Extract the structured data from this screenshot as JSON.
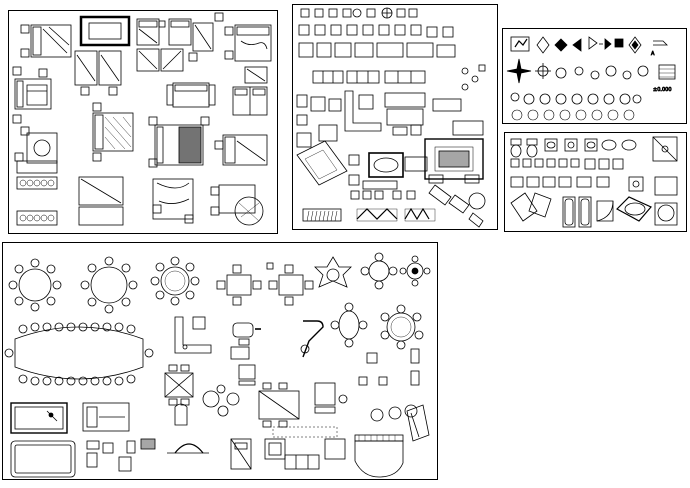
{
  "canvas": {
    "background": "#ffffff",
    "line_color": "#000000"
  },
  "panels": [
    {
      "id": "bedroom",
      "label": ""
    },
    {
      "id": "living-room",
      "label": ""
    },
    {
      "id": "symbols",
      "label": ""
    },
    {
      "id": "bathroom",
      "label": ""
    },
    {
      "id": "dining",
      "label": ""
    }
  ],
  "symbols_panel": {
    "elevation_text": "±0.000"
  },
  "icons": [
    "bed-icon",
    "sofa-icon",
    "table-icon",
    "chair-icon",
    "toilet-icon",
    "bathtub-icon",
    "sink-icon",
    "plant-icon",
    "arrow-icon",
    "piano-icon",
    "billiard-table-icon",
    "compass-icon"
  ]
}
